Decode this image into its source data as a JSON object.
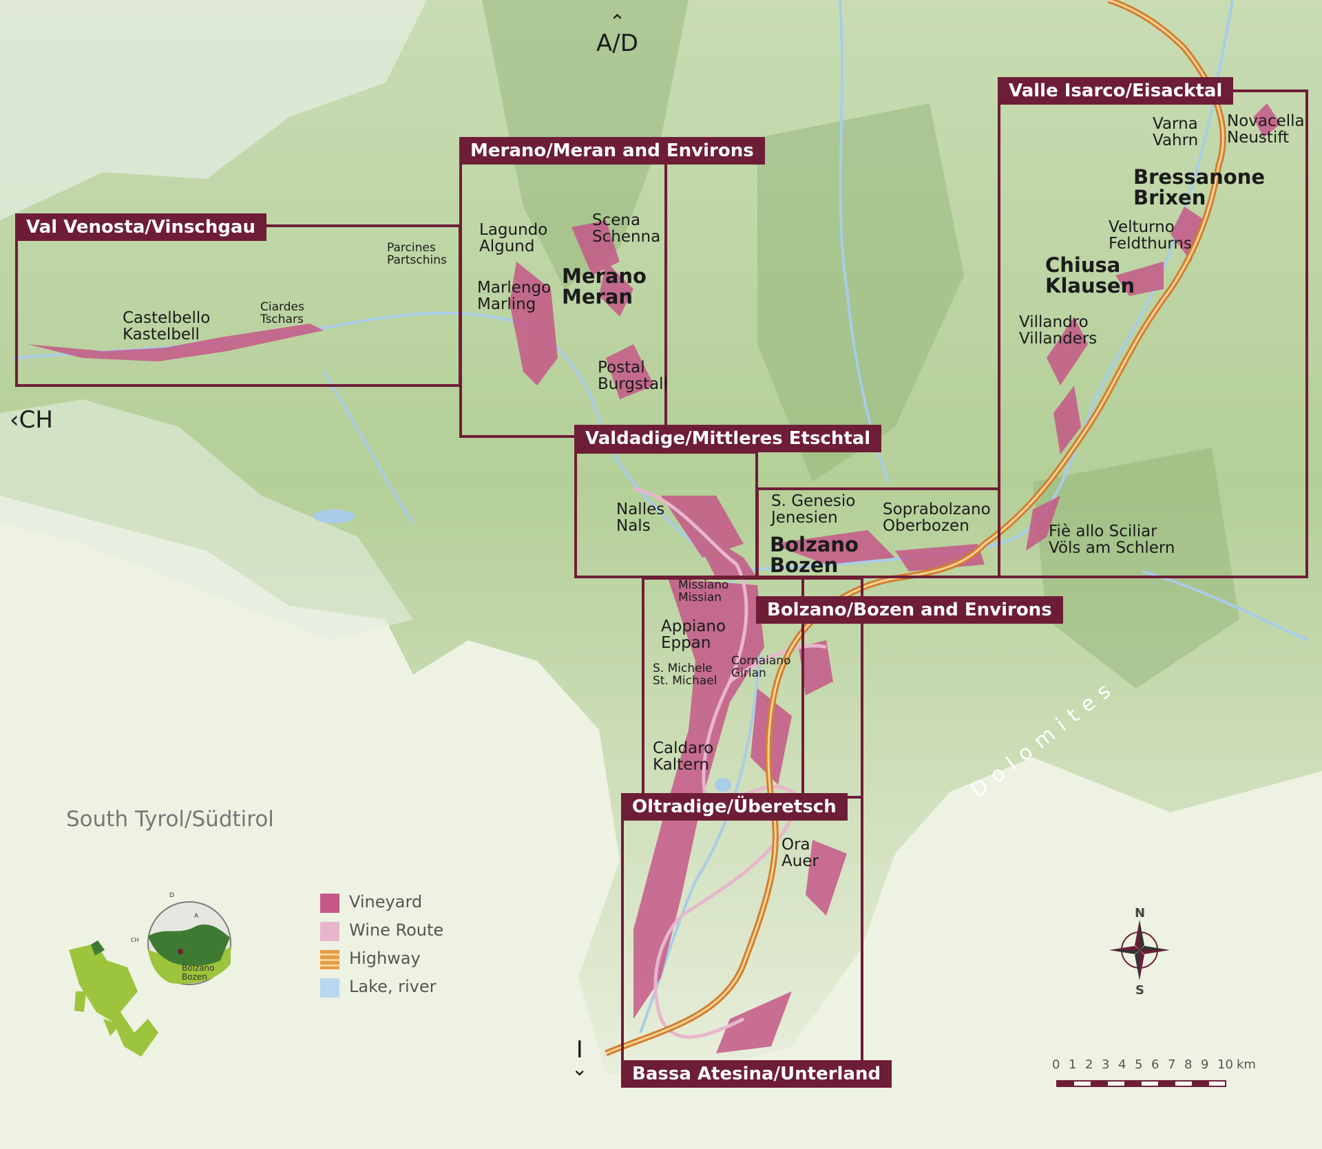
{
  "map_title": "South Tyrol/Südtirol",
  "colors": {
    "region_frame": "#6e1d37",
    "vineyard": "#c55888",
    "wine_route": "#e7b6cc",
    "highway": "#e89a45",
    "water": "#a9cce8",
    "terrain": "#a9c68d"
  },
  "directions": {
    "north": "A/D",
    "west": "CH",
    "south": "I"
  },
  "regions": {
    "val_venosta": "Val Venosta/Vinschgau",
    "merano": "Merano/Meran and Environs",
    "valle_isarco": "Valle Isarco/Eisacktal",
    "valdadige": "Valdadige/Mittleres Etschtal",
    "bolzano": "Bolzano/Bozen and Environs",
    "oltradige": "Oltradige/Überetsch",
    "bassa_atesina": "Bassa Atesina/Unterland"
  },
  "places": {
    "parcines": [
      "Parcines",
      "Partschins"
    ],
    "castelbello": [
      "Castelbello",
      "Kastelbell"
    ],
    "ciardes": [
      "Ciardes",
      "Tschars"
    ],
    "lagundo": [
      "Lagundo",
      "Algund"
    ],
    "scena": [
      "Scena",
      "Schenna"
    ],
    "marlengo": [
      "Marlengo",
      "Marling"
    ],
    "merano": [
      "Merano",
      "Meran"
    ],
    "postal": [
      "Postal",
      "Burgstall"
    ],
    "varna": [
      "Varna",
      "Vahrn"
    ],
    "novacella": [
      "Novacella",
      "Neustift"
    ],
    "bressanone": [
      "Bressanone",
      "Brixen"
    ],
    "velturno": [
      "Velturno",
      "Feldthurns"
    ],
    "chiusa": [
      "Chiusa",
      "Klausen"
    ],
    "villandro": [
      "Villandro",
      "Villanders"
    ],
    "nalles": [
      "Nalles",
      "Nals"
    ],
    "s_genesio": [
      "S. Genesio",
      "Jenesien"
    ],
    "bolzano": [
      "Bolzano",
      "Bozen"
    ],
    "soprabolzano": [
      "Soprabolzano",
      "Oberbozen"
    ],
    "fie": [
      "Fiè allo Sciliar",
      "Völs am Schlern"
    ],
    "missiano": [
      "Missiano",
      "Missian"
    ],
    "appiano": [
      "Appiano",
      "Eppan"
    ],
    "s_michele": [
      "S. Michele",
      "St. Michael"
    ],
    "cornaiano": [
      "Cornaiano",
      "Girlan"
    ],
    "caldaro": [
      "Caldaro",
      "Kaltern"
    ],
    "ora": [
      "Ora",
      "Auer"
    ]
  },
  "mountains": "Dolomites",
  "legend": [
    {
      "label": "Vineyard",
      "color": "#c55888"
    },
    {
      "label": "Wine Route",
      "color": "#e7b6cc"
    },
    {
      "label": "Highway",
      "color": "#e89a45"
    },
    {
      "label": "Lake, river",
      "color": "#b9d8ef"
    }
  ],
  "inset": {
    "labels": [
      "Bolzano",
      "Bozen"
    ],
    "neighbors": [
      "D",
      "A",
      "CH"
    ]
  },
  "compass": {
    "north": "N",
    "south": "S"
  },
  "scale": {
    "ticks": [
      "0",
      "1",
      "2",
      "3",
      "4",
      "5",
      "6",
      "7",
      "8",
      "9",
      "10"
    ],
    "unit": "km"
  }
}
